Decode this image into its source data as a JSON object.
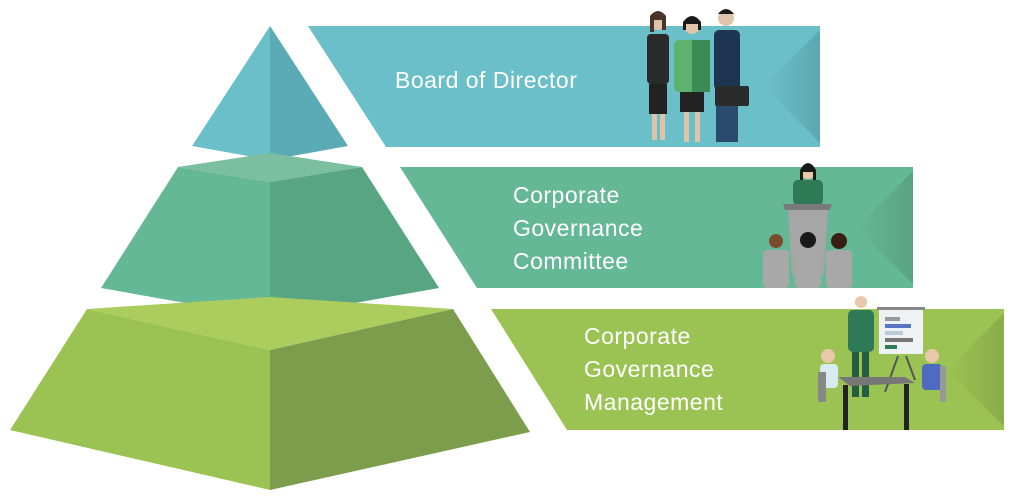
{
  "levels": [
    {
      "label_lines": [
        "Board of Director"
      ],
      "color": "#6abfc8",
      "illustration": "executives-handshake-icon"
    },
    {
      "label_lines": [
        "Corporate",
        "Governance",
        "Committee"
      ],
      "color": "#65b895",
      "illustration": "podium-presentation-icon"
    },
    {
      "label_lines": [
        "Corporate",
        "Governance",
        "Management"
      ],
      "color": "#9bc353",
      "illustration": "meeting-chart-icon"
    }
  ]
}
